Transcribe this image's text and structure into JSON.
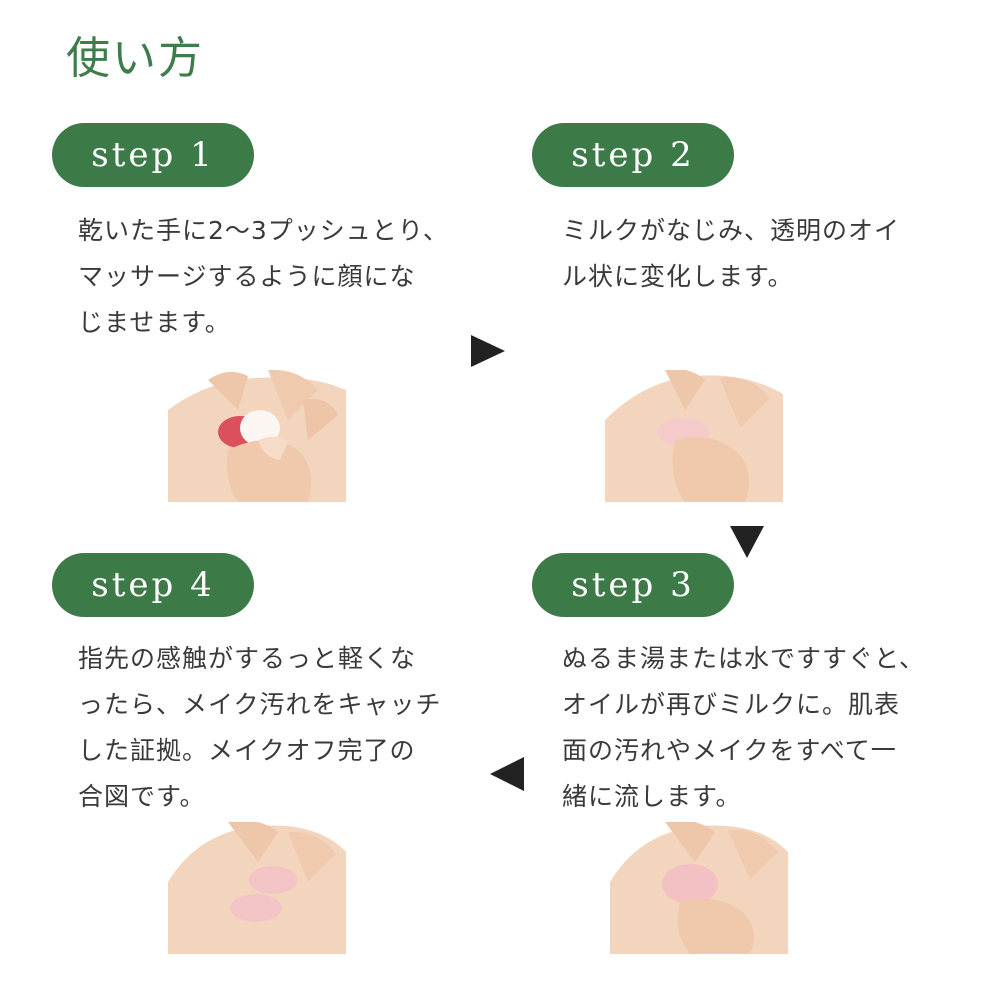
{
  "title": "使い方",
  "steps": [
    {
      "label": "step 1",
      "text": "乾いた手に2〜3プッシュとり、\nマッサージするように顔にな\nじませます。"
    },
    {
      "label": "step 2",
      "text": "ミルクがなじみ、透明のオイ\nル状に変化します。"
    },
    {
      "label": "step 3",
      "text": "ぬるま湯または水ですすぐと、\nオイルが再びミルクに。肌表\n面の汚れやメイクをすべて一\n緒に流します。"
    },
    {
      "label": "step 4",
      "text": "指先の感触がするっと軽くな\nったら、メイク汚れをキャッチ\nした証拠。メイクオフ完了の\n合図です。"
    }
  ],
  "colors": {
    "accent": "#3c7b47",
    "title": "#3e7d4a",
    "arrow": "#222222"
  },
  "icons": [
    "arrow-right-icon",
    "arrow-down-icon",
    "arrow-left-icon"
  ]
}
